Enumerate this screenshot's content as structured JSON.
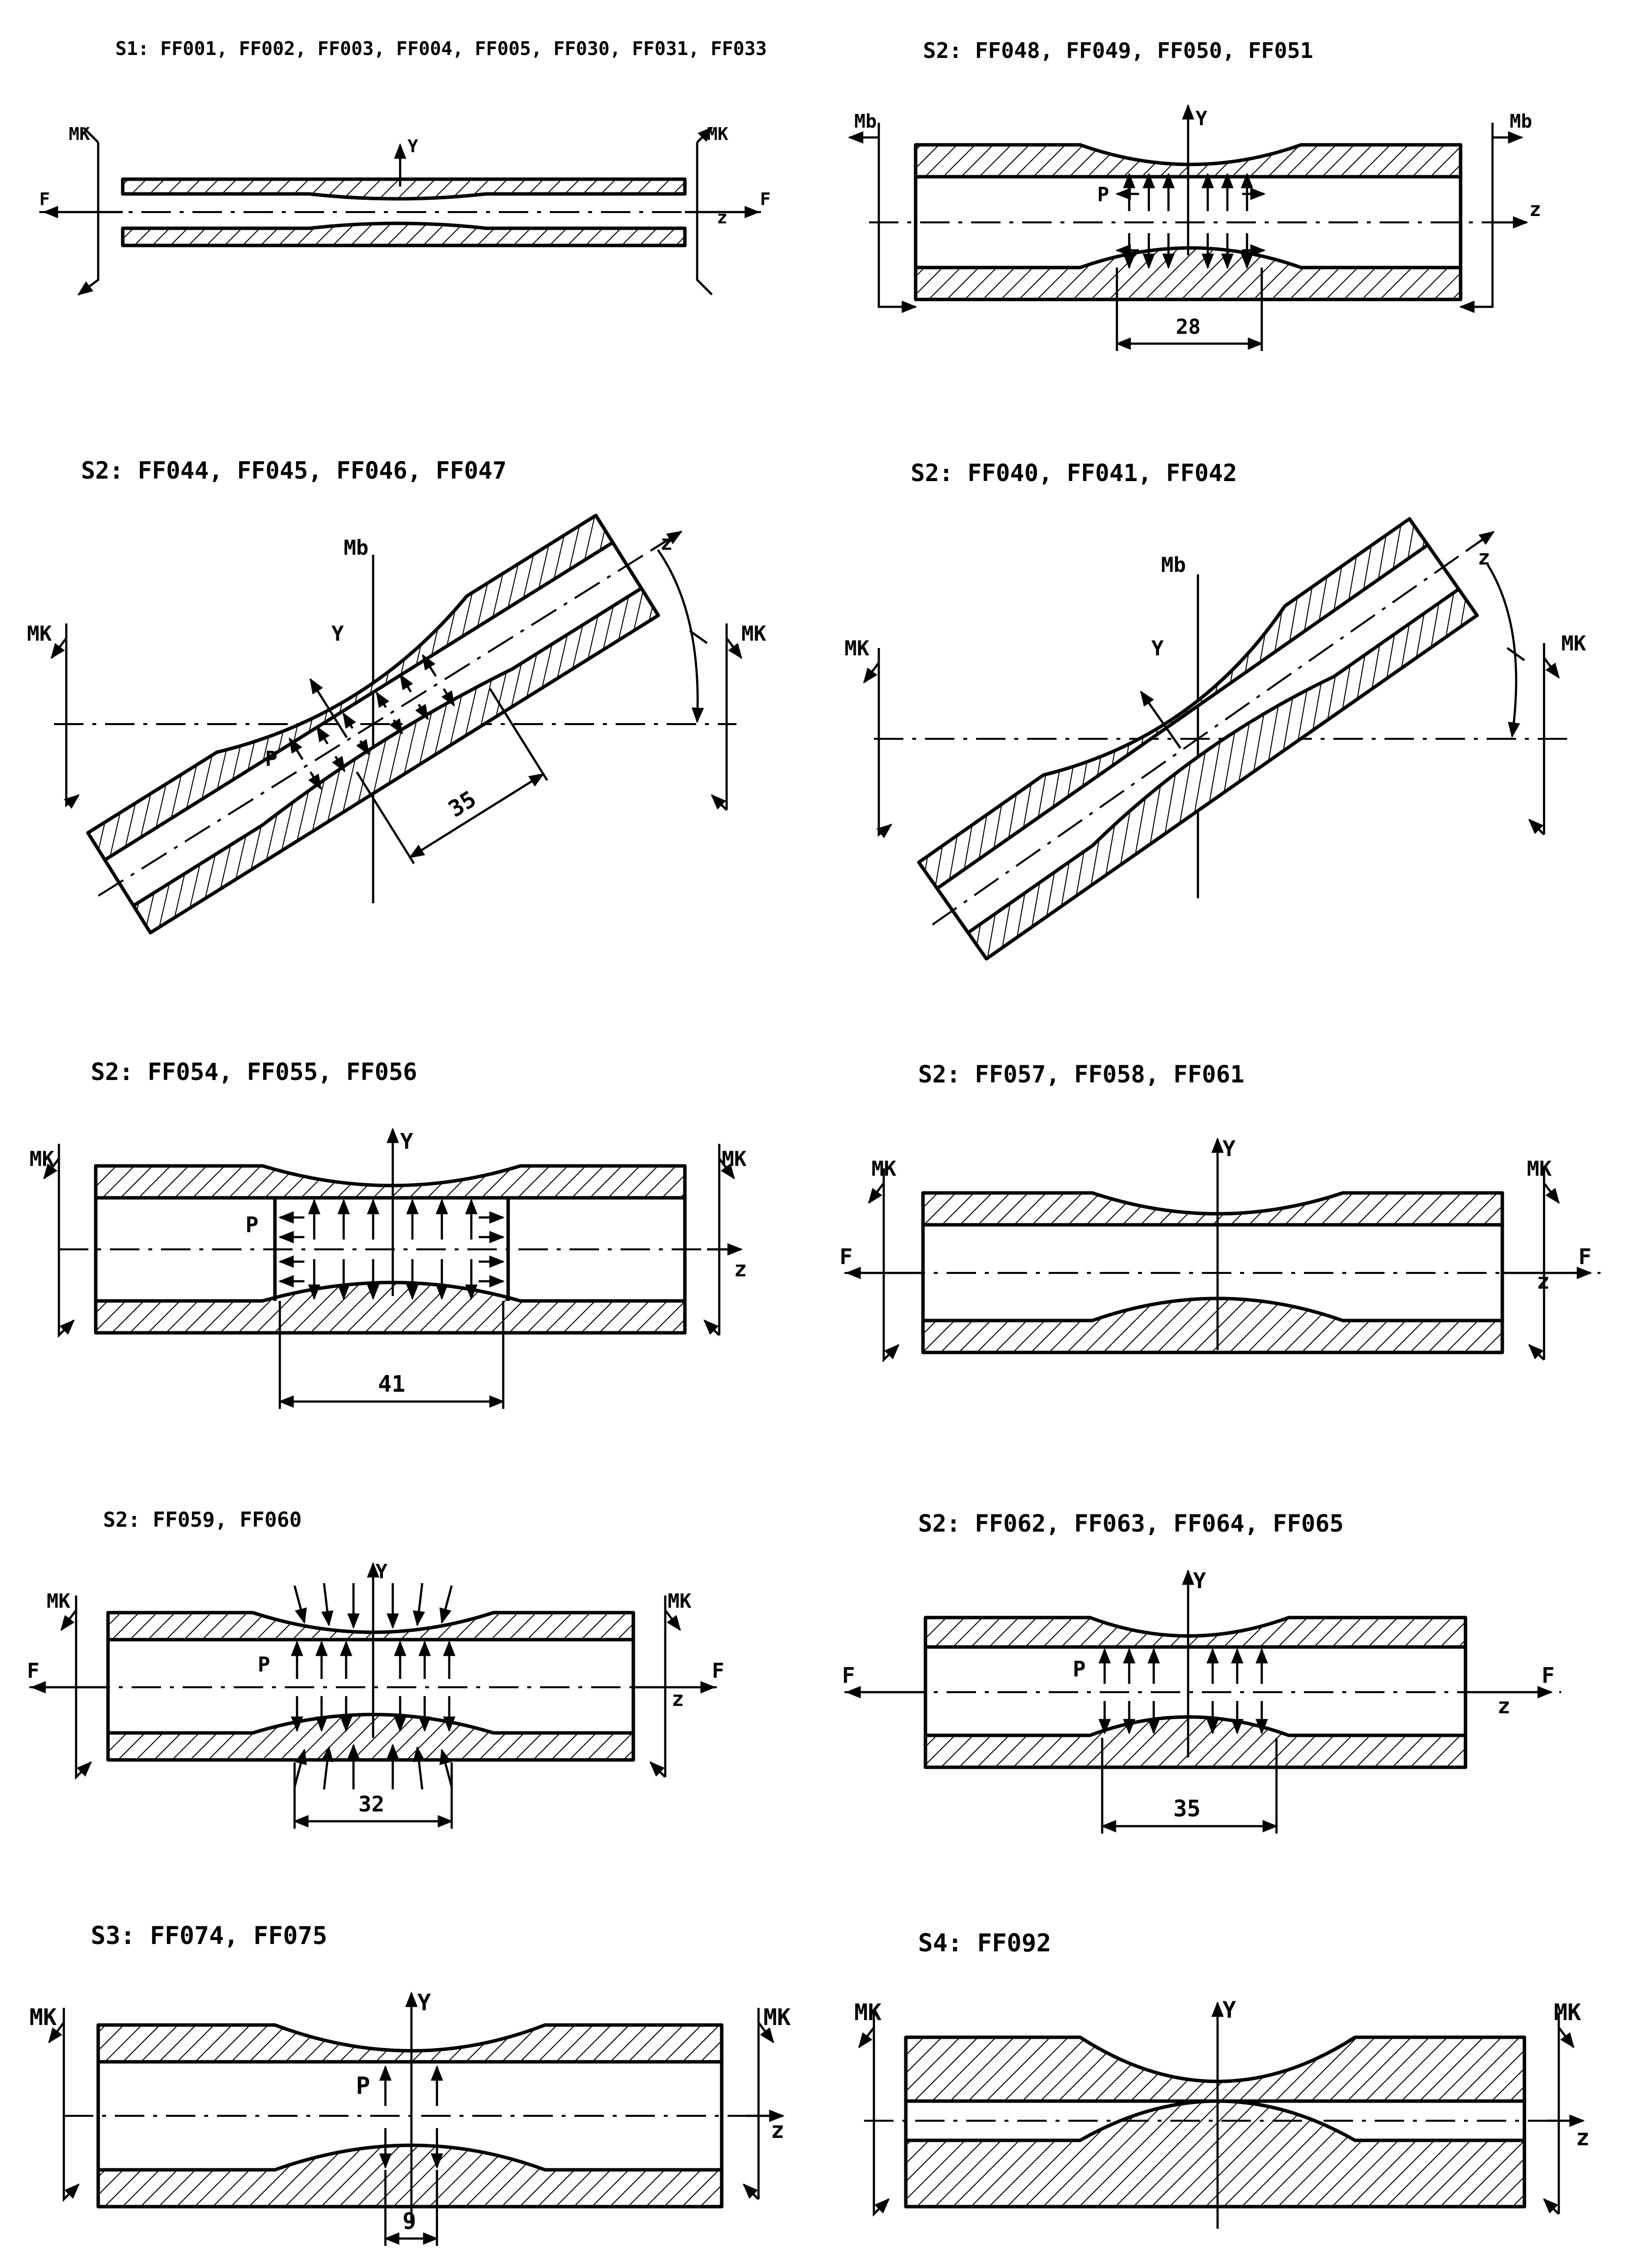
{
  "panels": [
    {
      "caption": "S1: FF001, FF002, FF003, FF004, FF005, FF030, FF031, FF033",
      "labels": {
        "left_moment": "MK",
        "right_moment": "MK",
        "left_force": "F",
        "right_force": "F",
        "y_axis": "Y",
        "z_axis": "z"
      }
    },
    {
      "caption": "S2: FF048, FF049, FF050, FF051",
      "labels": {
        "left_moment": "Mb",
        "right_moment": "Mb",
        "pressure": "P",
        "y_axis": "Y",
        "z_axis": "z",
        "dimension": "28"
      }
    },
    {
      "caption": "S2: FF044, FF045, FF046, FF047",
      "labels": {
        "left_moment": "MK",
        "right_moment": "MK",
        "bending_moment": "Mb",
        "pressure": "P",
        "y_axis": "Y",
        "z_axis": "z",
        "dimension": "35"
      }
    },
    {
      "caption": "S2: FF040, FF041, FF042",
      "labels": {
        "left_moment": "MK",
        "right_moment": "MK",
        "bending_moment": "Mb",
        "y_axis": "Y",
        "z_axis": "z"
      }
    },
    {
      "caption": "S2: FF054, FF055, FF056",
      "labels": {
        "left_moment": "MK",
        "right_moment": "MK",
        "pressure": "P",
        "y_axis": "Y",
        "z_axis": "z",
        "dimension": "41"
      }
    },
    {
      "caption": "S2: FF057, FF058, FF061",
      "labels": {
        "left_moment": "MK",
        "right_moment": "MK",
        "left_force": "F",
        "right_force": "F",
        "y_axis": "Y",
        "z_axis": "z"
      }
    },
    {
      "caption": "S2: FF059, FF060",
      "labels": {
        "left_moment": "MK",
        "right_moment": "MK",
        "left_force": "F",
        "right_force": "F",
        "pressure": "P",
        "y_axis": "Y",
        "z_axis": "z",
        "dimension": "32"
      }
    },
    {
      "caption": "S2: FF062, FF063, FF064, FF065",
      "labels": {
        "left_force": "F",
        "right_force": "F",
        "pressure": "P",
        "y_axis": "Y",
        "z_axis": "z",
        "dimension": "35"
      }
    },
    {
      "caption": "S3: FF074, FF075",
      "labels": {
        "left_moment": "MK",
        "right_moment": "MK",
        "pressure": "P",
        "y_axis": "Y",
        "z_axis": "z",
        "dimension": "9"
      }
    },
    {
      "caption": "S4: FF092",
      "labels": {
        "left_moment": "MK",
        "right_moment": "MK",
        "y_axis": "Y",
        "z_axis": "z"
      }
    }
  ]
}
